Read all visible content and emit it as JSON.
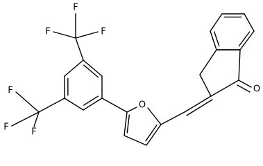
{
  "molecule": {
    "atoms": {
      "o_furan": "O",
      "o_ketone": "O",
      "f1": "F",
      "f2": "F",
      "f3": "F",
      "f4": "F",
      "f5": "F",
      "f6": "F"
    },
    "colors": {
      "ink": "#000000",
      "background": "#ffffff"
    }
  }
}
